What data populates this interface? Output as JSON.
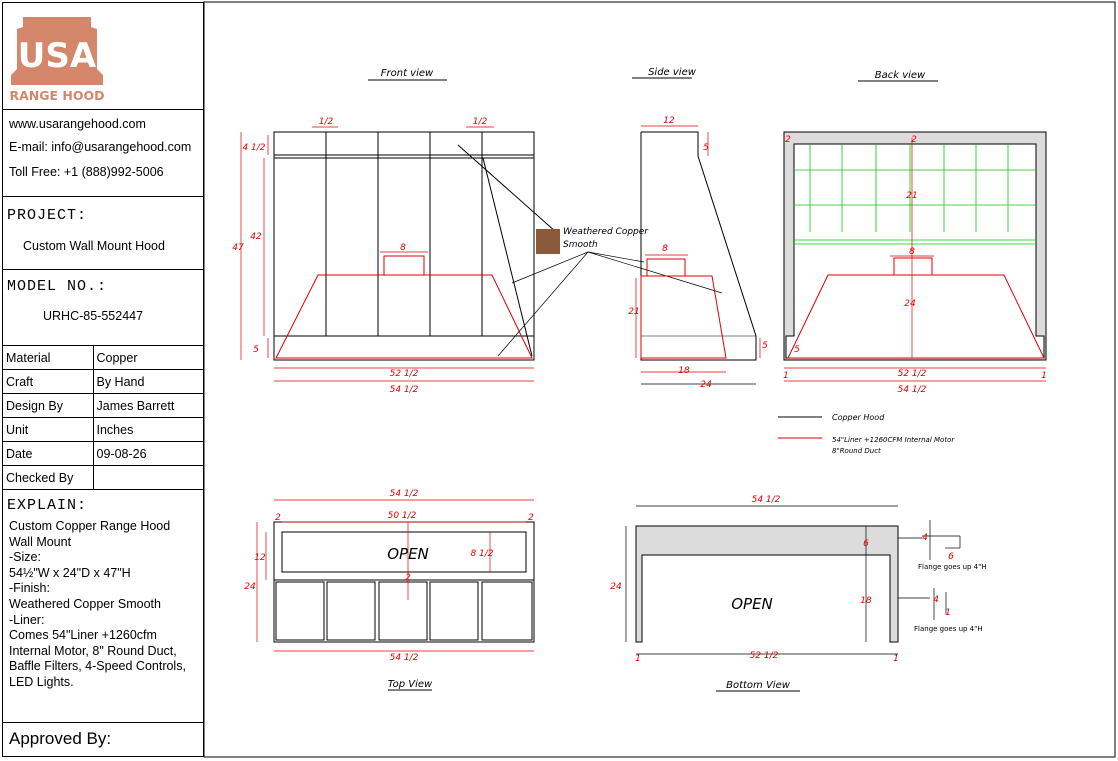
{
  "company": {
    "logo_text": "USA",
    "logo_subtext": "RANGE HOOD",
    "website": "www.usarangehood.com",
    "email": "E-mail: info@usarangehood.com",
    "phone": "Toll Free: +1 (888)992-5006"
  },
  "project": {
    "label": "PROJECT:",
    "value": "Custom Wall Mount Hood"
  },
  "model": {
    "label": "MODEL NO.:",
    "value": "URHC-85-552447"
  },
  "specs": [
    {
      "label": "Material",
      "value": "Copper"
    },
    {
      "label": "Craft",
      "value": "By Hand"
    },
    {
      "label": "Design By",
      "value": "James Barrett"
    },
    {
      "label": "Unit",
      "value": "Inches"
    },
    {
      "label": "Date",
      "value": "09-08-26"
    },
    {
      "label": "Checked By",
      "value": ""
    }
  ],
  "explain": {
    "label": "EXPLAIN:",
    "lines": [
      "Custom Copper Range Hood",
      "Wall Mount",
      "-Size:",
      "54½\"W x 24\"D x 47\"H",
      "-Finish:",
      "Weathered Copper Smooth",
      "-Liner:",
      "Comes 54\"Liner +1260cfm",
      "Internal Motor, 8\" Round Duct,",
      "Baffle Filters, 4-Speed Controls,",
      "LED Lights."
    ]
  },
  "approved": {
    "label": "Approved By:"
  },
  "drawing": {
    "view_titles": {
      "front": "Front view",
      "side": "Side view",
      "back": "Back view",
      "top": "Top View",
      "bottom": "Bottom View"
    },
    "finish_label_1": "Weathered Copper",
    "finish_label_2": "Smooth",
    "legend": {
      "copper": "Copper Hood",
      "liner_1": "54\"Liner +1260CFM Internal Motor",
      "liner_2": "8\"Round Duct"
    },
    "open_label": "OPEN",
    "flange_note": "Flange goes up 4\"H",
    "dims": {
      "half": "1/2",
      "four_half": "4 1/2",
      "d42": "42",
      "d47": "47",
      "d5": "5",
      "d8": "8",
      "d52h": "52 1/2",
      "d54h": "54 1/2",
      "d12": "12",
      "d21": "21",
      "d18": "18",
      "d24": "24",
      "d2": "2",
      "d1": "1",
      "d50h": "50 1/2",
      "d8h": "8 1/2",
      "d6": "6",
      "d4": "4"
    },
    "colors": {
      "ink": "#000000",
      "dim": "#e00000",
      "liner": "#e00000",
      "grid": "#00cc00",
      "panel": "#dcdcdc",
      "swatch": "#8b5a3c",
      "logo": "#d4876a"
    }
  }
}
